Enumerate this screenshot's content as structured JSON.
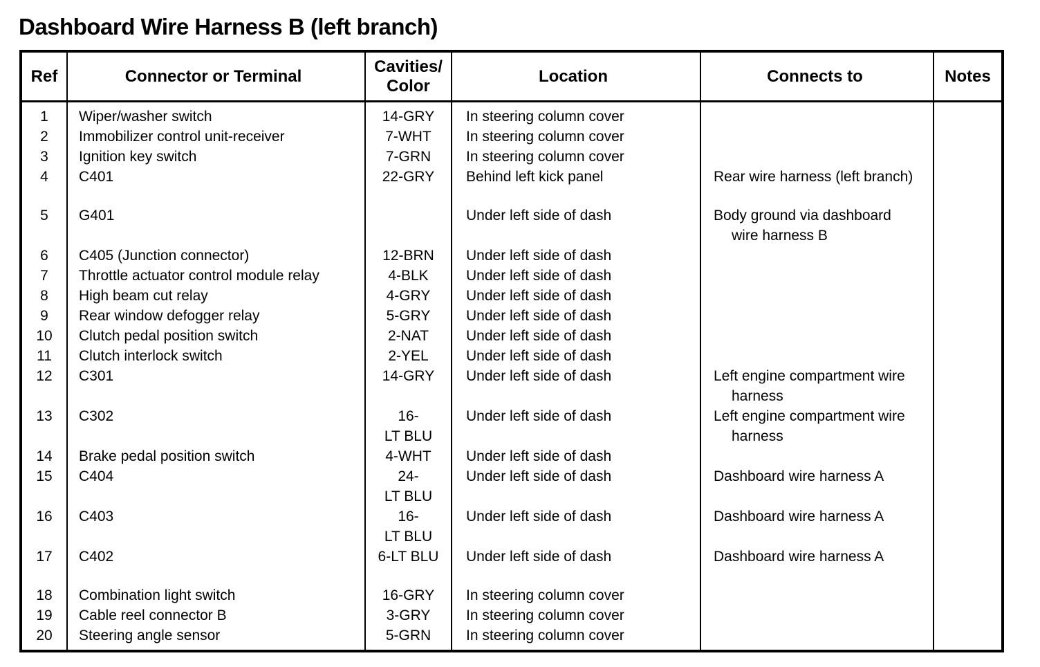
{
  "page": {
    "title": "Dashboard Wire Harness B (left branch)"
  },
  "colors": {
    "text": "#000000",
    "background": "#ffffff",
    "border": "#000000"
  },
  "table": {
    "headers": {
      "ref": "Ref",
      "connector": "Connector or Terminal",
      "cavities": "Cavities/\nColor",
      "location": "Location",
      "connects": "Connects to",
      "notes": "Notes"
    },
    "rows": [
      {
        "ref": "1",
        "connector": "Wiper/washer switch",
        "cavities": "14-GRY",
        "location": "In steering column cover",
        "connects": "",
        "notes": ""
      },
      {
        "ref": "2",
        "connector": "Immobilizer control unit-receiver",
        "cavities": "7-WHT",
        "location": "In steering column cover",
        "connects": "",
        "notes": ""
      },
      {
        "ref": "3",
        "connector": "Ignition key switch",
        "cavities": "7-GRN",
        "location": "In steering column cover",
        "connects": "",
        "notes": ""
      },
      {
        "ref": "4",
        "connector": "C401",
        "cavities": "22-GRY",
        "location": "Behind left kick panel",
        "connects": "Rear wire harness (left branch)",
        "notes": ""
      },
      {
        "ref": "5",
        "connector": "G401",
        "cavities": "",
        "location": "Under left side of dash",
        "connects": "Body ground via dashboard\nwire harness B",
        "notes": "",
        "spacer_before": true
      },
      {
        "ref": "6",
        "connector": "C405 (Junction connector)",
        "cavities": "12-BRN",
        "location": "Under left side of dash",
        "connects": "",
        "notes": ""
      },
      {
        "ref": "7",
        "connector": "Throttle actuator control module relay",
        "cavities": "4-BLK",
        "location": "Under left side of dash",
        "connects": "",
        "notes": ""
      },
      {
        "ref": "8",
        "connector": "High beam cut relay",
        "cavities": "4-GRY",
        "location": "Under left side of dash",
        "connects": "",
        "notes": ""
      },
      {
        "ref": "9",
        "connector": "Rear window defogger relay",
        "cavities": "5-GRY",
        "location": "Under left side of dash",
        "connects": "",
        "notes": ""
      },
      {
        "ref": "10",
        "connector": "Clutch pedal position switch",
        "cavities": "2-NAT",
        "location": "Under left side of dash",
        "connects": "",
        "notes": ""
      },
      {
        "ref": "11",
        "connector": "Clutch interlock switch",
        "cavities": "2-YEL",
        "location": "Under left side of dash",
        "connects": "",
        "notes": ""
      },
      {
        "ref": "12",
        "connector": "C301",
        "cavities": "14-GRY",
        "location": "Under left side of dash",
        "connects": "Left engine compartment wire\nharness",
        "notes": ""
      },
      {
        "ref": "13",
        "connector": "C302",
        "cavities": "16-\nLT BLU",
        "location": "Under left side of dash",
        "connects": "Left engine compartment wire\nharness",
        "notes": ""
      },
      {
        "ref": "14",
        "connector": "Brake pedal position switch",
        "cavities": "4-WHT",
        "location": "Under left side of dash",
        "connects": "",
        "notes": ""
      },
      {
        "ref": "15",
        "connector": "C404",
        "cavities": "24-\nLT BLU",
        "location": "Under left side of dash",
        "connects": "Dashboard wire harness A",
        "notes": ""
      },
      {
        "ref": "16",
        "connector": "C403",
        "cavities": "16-\nLT BLU",
        "location": "Under left side of dash",
        "connects": "Dashboard wire harness A",
        "notes": ""
      },
      {
        "ref": "17",
        "connector": "C402",
        "cavities": "6-LT BLU",
        "location": "Under left side of dash",
        "connects": "Dashboard wire harness A",
        "notes": ""
      },
      {
        "ref": "18",
        "connector": "Combination light switch",
        "cavities": "16-GRY",
        "location": "In steering column cover",
        "connects": "",
        "notes": "",
        "spacer_before": true
      },
      {
        "ref": "19",
        "connector": "Cable reel connector B",
        "cavities": "3-GRY",
        "location": "In steering column cover",
        "connects": "",
        "notes": ""
      },
      {
        "ref": "20",
        "connector": "Steering angle sensor",
        "cavities": "5-GRN",
        "location": "In steering column cover",
        "connects": "",
        "notes": ""
      }
    ]
  }
}
